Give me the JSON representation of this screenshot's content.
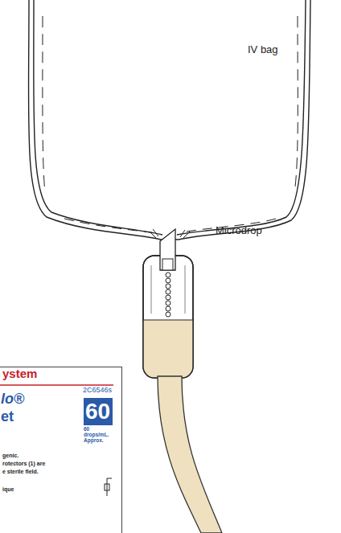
{
  "diagram": {
    "nodes": [
      {
        "text": [
          "ystem",
          "lo®",
          "et",
          "2C6546s",
          "60 drops/mL. Approx.",
          "genic.",
          "rotectors (1) are",
          "e sterile field.",
          "ique"
        ]
      },
      {
        "text": [
          "60"
        ],
        "in": 0
      }
    ],
    "labels": [
      "IV bag",
      "Microdrop"
    ]
  }
}
